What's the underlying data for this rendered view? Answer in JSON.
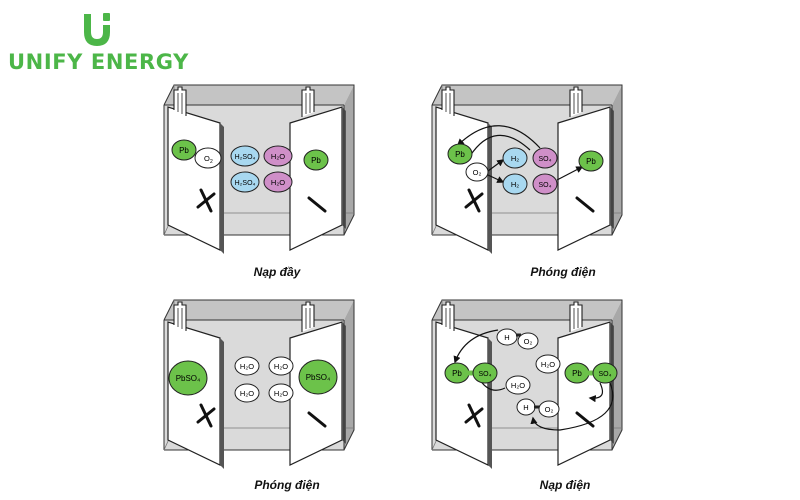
{
  "logo": {
    "brand_text": "UNIFY ENERGY",
    "brand_color": "#4cb648",
    "mark": "u-exclamation-icon"
  },
  "colors": {
    "green": "#6cc24a",
    "blue": "#a8d8f0",
    "purple": "#cf8fc8",
    "white": "#ffffff",
    "grey": "#dcdcdc"
  },
  "panels": [
    {
      "caption": "Nạp đầy"
    },
    {
      "caption": "Phóng điện"
    },
    {
      "caption": "Phóng điện"
    },
    {
      "caption": "Nạp điện"
    }
  ]
}
